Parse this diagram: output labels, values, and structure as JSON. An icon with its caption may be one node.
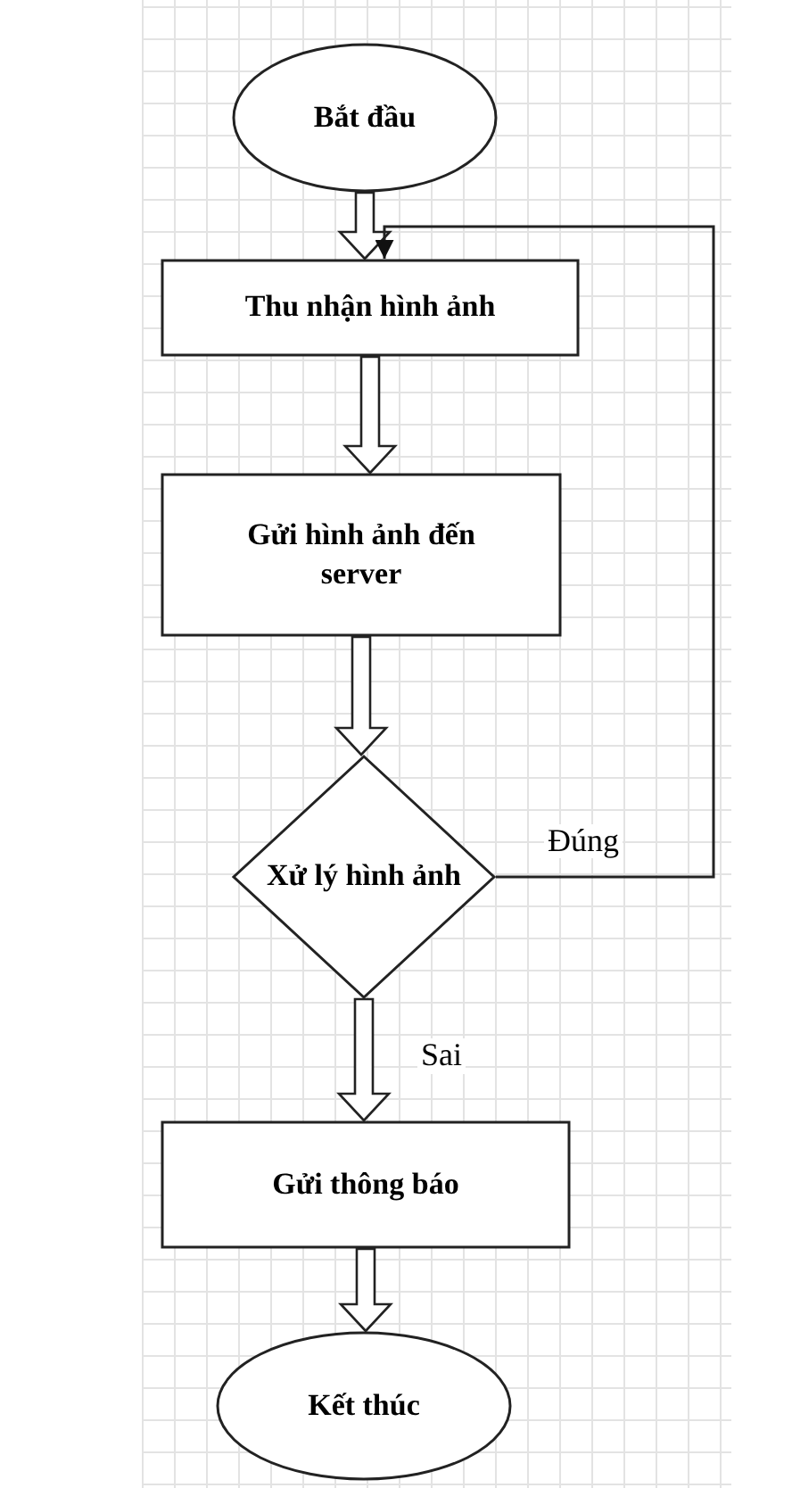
{
  "diagram": {
    "nodes": [
      {
        "text": [
          "Bắt đầu"
        ]
      },
      {
        "text": [
          "Thu nhận hình ảnh"
        ]
      },
      {
        "text": [
          "Gửi hình ảnh đến server"
        ]
      },
      {
        "text": [
          "Xử lý hình ảnh"
        ]
      },
      {
        "text": [
          "Gửi thông báo"
        ]
      },
      {
        "text": [
          "Kết thúc"
        ]
      }
    ],
    "edges": [
      {
        "from": 0,
        "to": 1,
        "arrow": "to",
        "style": "thick"
      },
      {
        "from": 1,
        "to": 2,
        "arrow": "to",
        "style": "thick"
      },
      {
        "from": 2,
        "to": 3,
        "arrow": "to",
        "style": "thick"
      },
      {
        "from": 3,
        "to": 1,
        "arrow": "to",
        "label": "Đúng"
      },
      {
        "from": 3,
        "to": 4,
        "arrow": "to",
        "label": "Sai",
        "style": "thick"
      },
      {
        "from": 4,
        "to": 5,
        "arrow": "to",
        "style": "thick"
      }
    ]
  }
}
